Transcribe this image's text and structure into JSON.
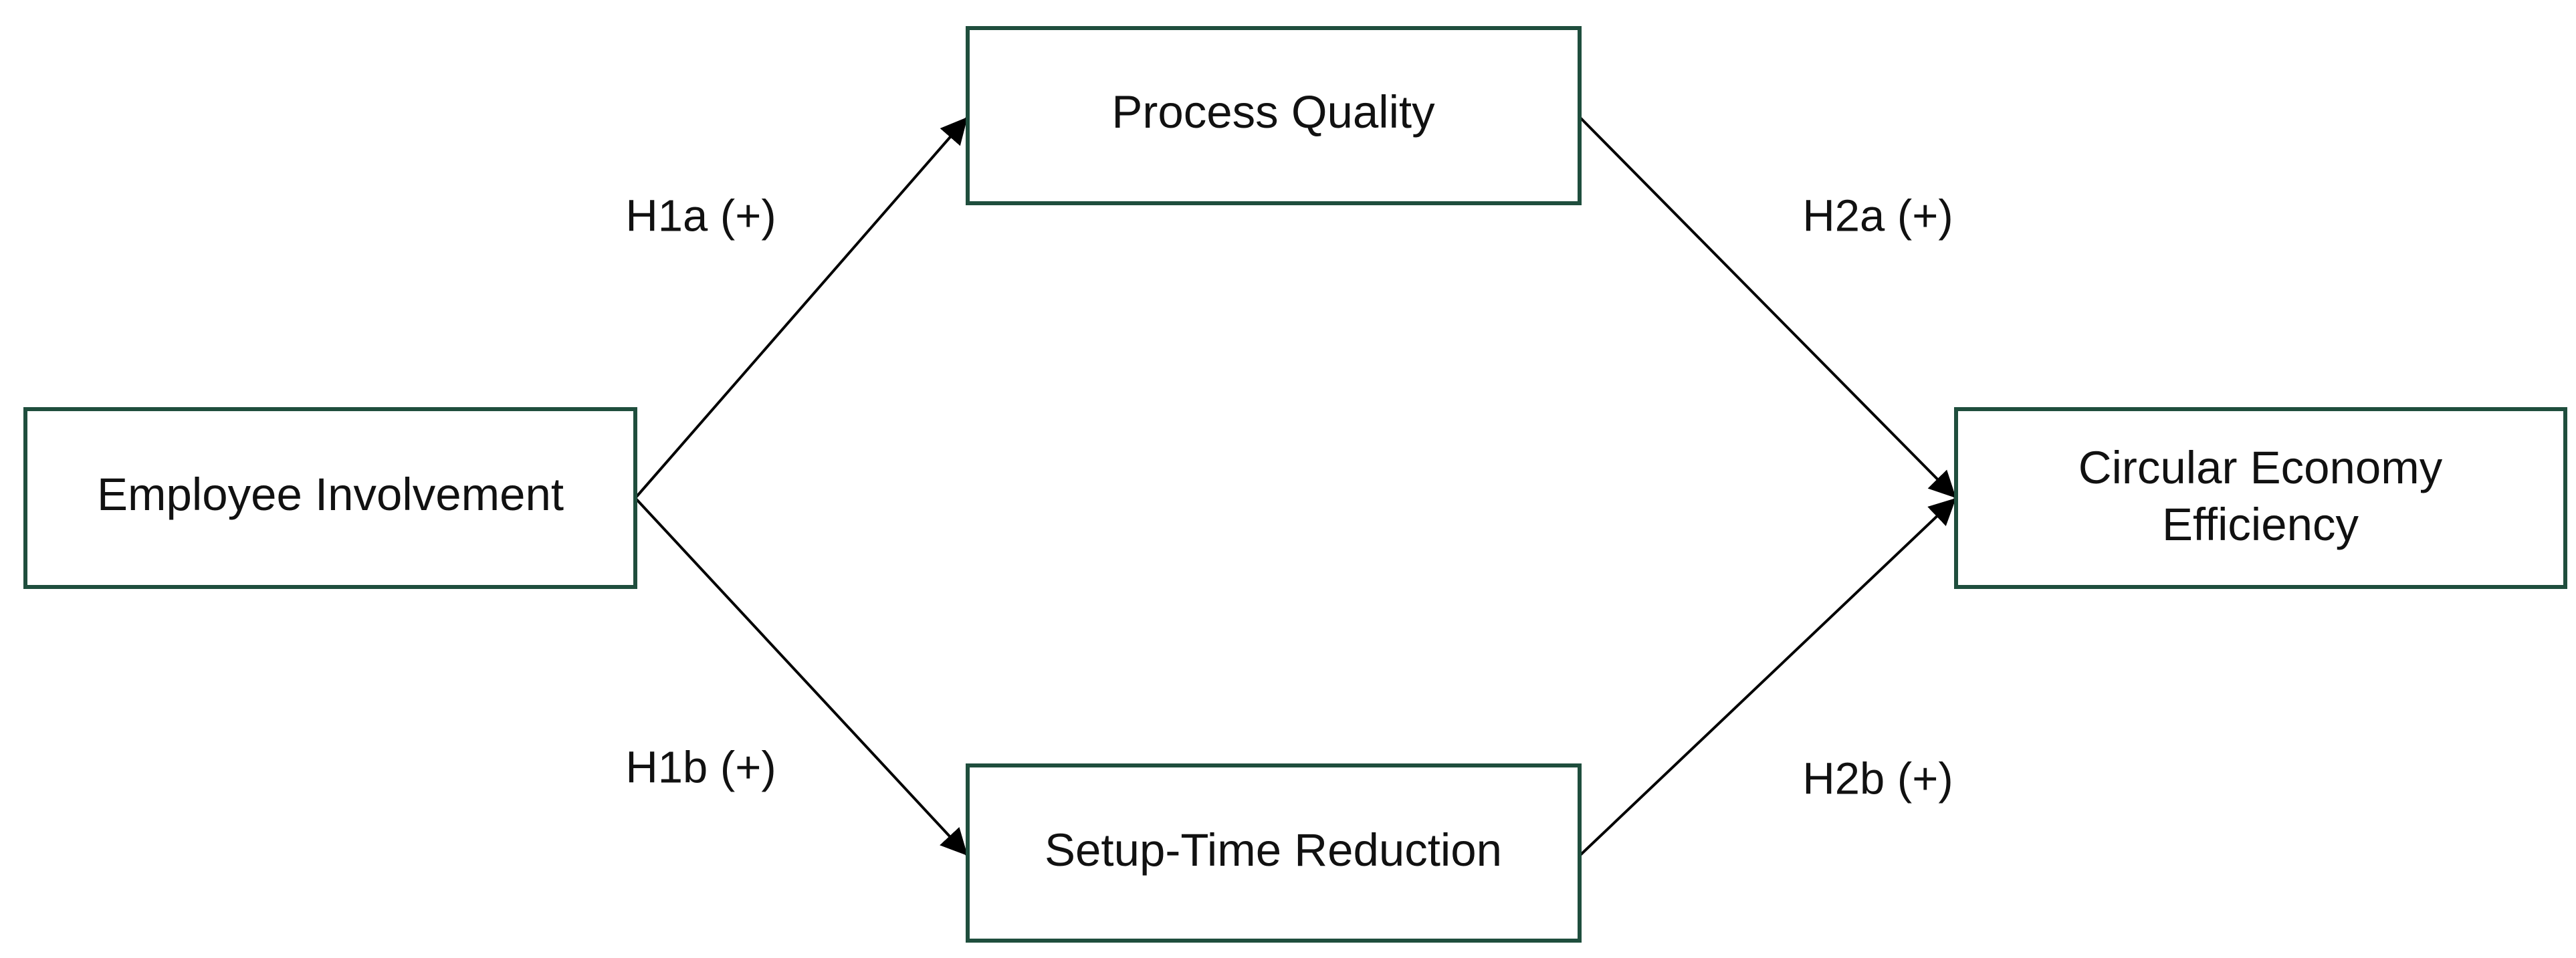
{
  "nodes": {
    "employee_involvement": {
      "label": "Employee Involvement"
    },
    "process_quality": {
      "label": "Process Quality"
    },
    "setup_time_reduction": {
      "label": "Setup-Time Reduction"
    },
    "circular_economy_efficiency": {
      "lines": [
        "Circular Economy",
        "Efficiency"
      ]
    }
  },
  "edges": {
    "h1a": {
      "from": "employee_involvement",
      "to": "process_quality",
      "label": "H1a (+)"
    },
    "h1b": {
      "from": "employee_involvement",
      "to": "setup_time_reduction",
      "label": "H1b (+)"
    },
    "h2a": {
      "from": "process_quality",
      "to": "circular_economy_efficiency",
      "label": "H2a (+)"
    },
    "h2b": {
      "from": "setup_time_reduction",
      "to": "circular_economy_efficiency",
      "label": "H2b (+)"
    }
  },
  "colors": {
    "box_border": "#1f4e3d",
    "arrow": "#000000",
    "text": "#111111"
  }
}
